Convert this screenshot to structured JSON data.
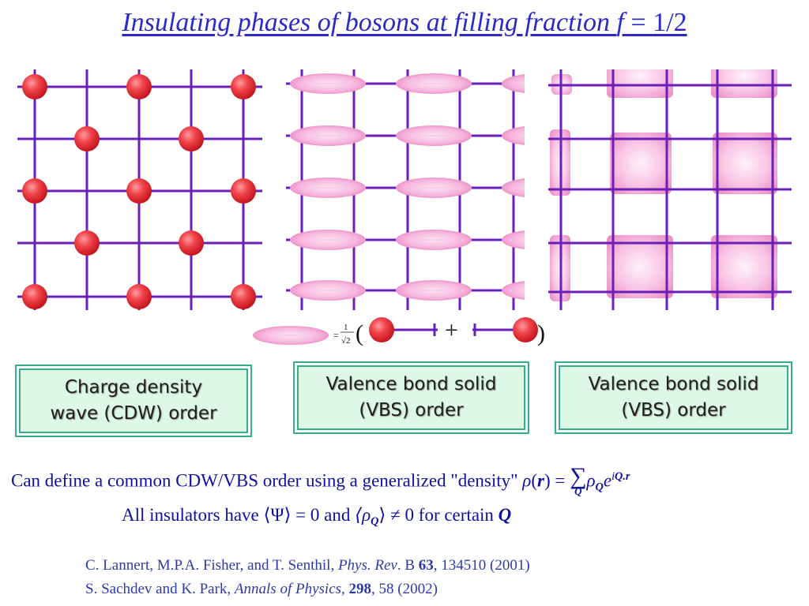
{
  "title": {
    "prefix": "Insulating phases of bosons at filling fraction",
    "var": "f",
    "eq": " = ",
    "value": "1/2"
  },
  "colors": {
    "lattice": "#6a1fb8",
    "boson": "#e8323a",
    "bond": "#f3a8d6",
    "plaquette": "#f7b8e0",
    "caption_border": "#33b184",
    "caption_fill": "#ddf8e6",
    "title_blue": "#2a2ac8"
  },
  "equation": {
    "equals": "=",
    "one": "1",
    "sqrt": "√2",
    "open_paren": "(",
    "plus": "+",
    "close_paren": ")"
  },
  "captions": {
    "cdw": [
      "Charge density",
      "wave (CDW) order"
    ],
    "vbs1": [
      "Valence bond solid",
      "(VBS) order"
    ],
    "vbs2": [
      "Valence bond solid",
      "(VBS) order"
    ]
  },
  "body": {
    "line1_text": "Can define a common CDW/VBS order using a generalized \"density\"",
    "line1_rho": "ρ",
    "line1_r": "r",
    "line1_eq": " = ",
    "line1_sum": "∑",
    "line1_sum_sub": "Q",
    "line1_rhoQ": "ρ",
    "line1_rhoQ_sub": "Q",
    "line1_e": "e",
    "line1_exp_i": "i",
    "line1_exp_Q": "Q.r",
    "line2_prefix": "All insulators have ",
    "line2_psi": "⟨Ψ⟩",
    "line2_eq0": " = 0 and ",
    "line2_rho": "⟨ρ",
    "line2_rho_sub": "Q",
    "line2_rho_close": "⟩",
    "line2_neq": " ≠ 0 for certain ",
    "line2_Q": "Q"
  },
  "references": [
    {
      "authors": "C. Lannert, M.P.A. Fisher, and T. Senthil, ",
      "journal": "Phys. Rev",
      "series": ". B ",
      "volume": "63",
      "rest": ", 134510 (2001)"
    },
    {
      "authors": "S. Sachdev and K. Park, ",
      "journal": "Annals of Physics",
      "series": ", ",
      "volume": "298",
      "rest": ", 58 (2002)"
    }
  ]
}
